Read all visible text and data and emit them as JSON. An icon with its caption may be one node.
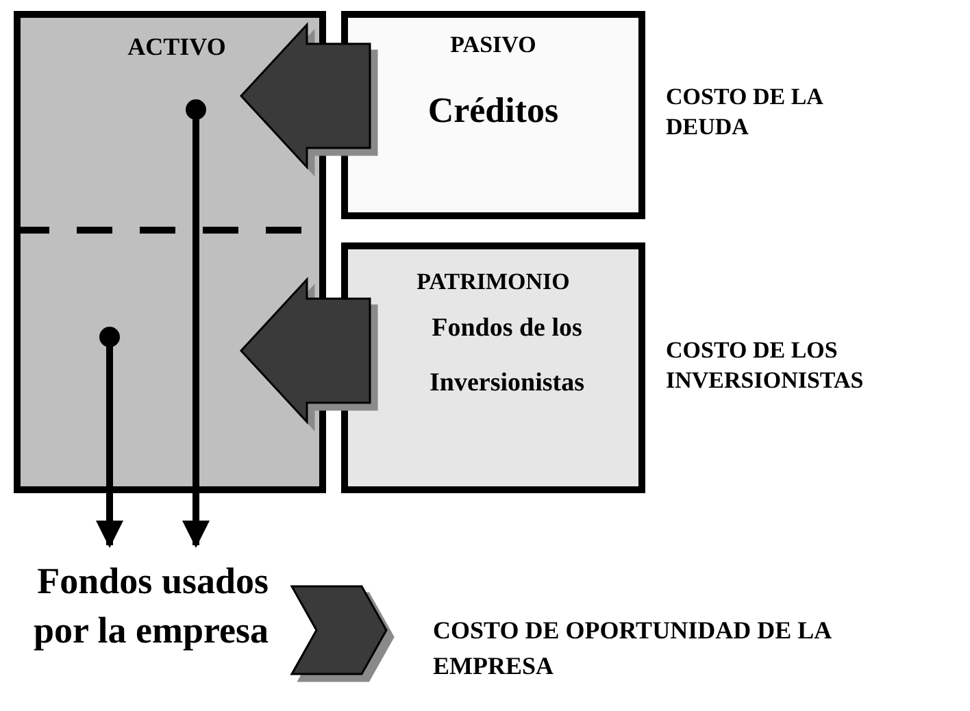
{
  "diagram": {
    "nodes": [
      {
        "text": [
          "ACTIVO"
        ]
      },
      {
        "text": [
          "PASIVO",
          "Créditos"
        ],
        "beside": [
          "COSTO DE LA DEUDA"
        ]
      },
      {
        "text": [
          "PATRIMONIO",
          "Fondos de los Inversionistas"
        ],
        "beside": [
          "COSTO DE LOS INVERSIONISTAS"
        ]
      },
      {
        "text": [
          "Fondos usados por la empresa"
        ]
      },
      {
        "text": [
          "COSTO DE OPORTUNIDAD DE LA EMPRESA"
        ]
      }
    ],
    "edges": [
      {
        "from": 1,
        "to": 0,
        "arrow": "to"
      },
      {
        "from": 2,
        "to": 0,
        "arrow": "to"
      },
      {
        "from": 0,
        "to": 3,
        "arrow": "to"
      },
      {
        "from": 0,
        "to": 3,
        "arrow": "to"
      },
      {
        "from": 3,
        "to": 4,
        "arrow": "to"
      }
    ]
  }
}
